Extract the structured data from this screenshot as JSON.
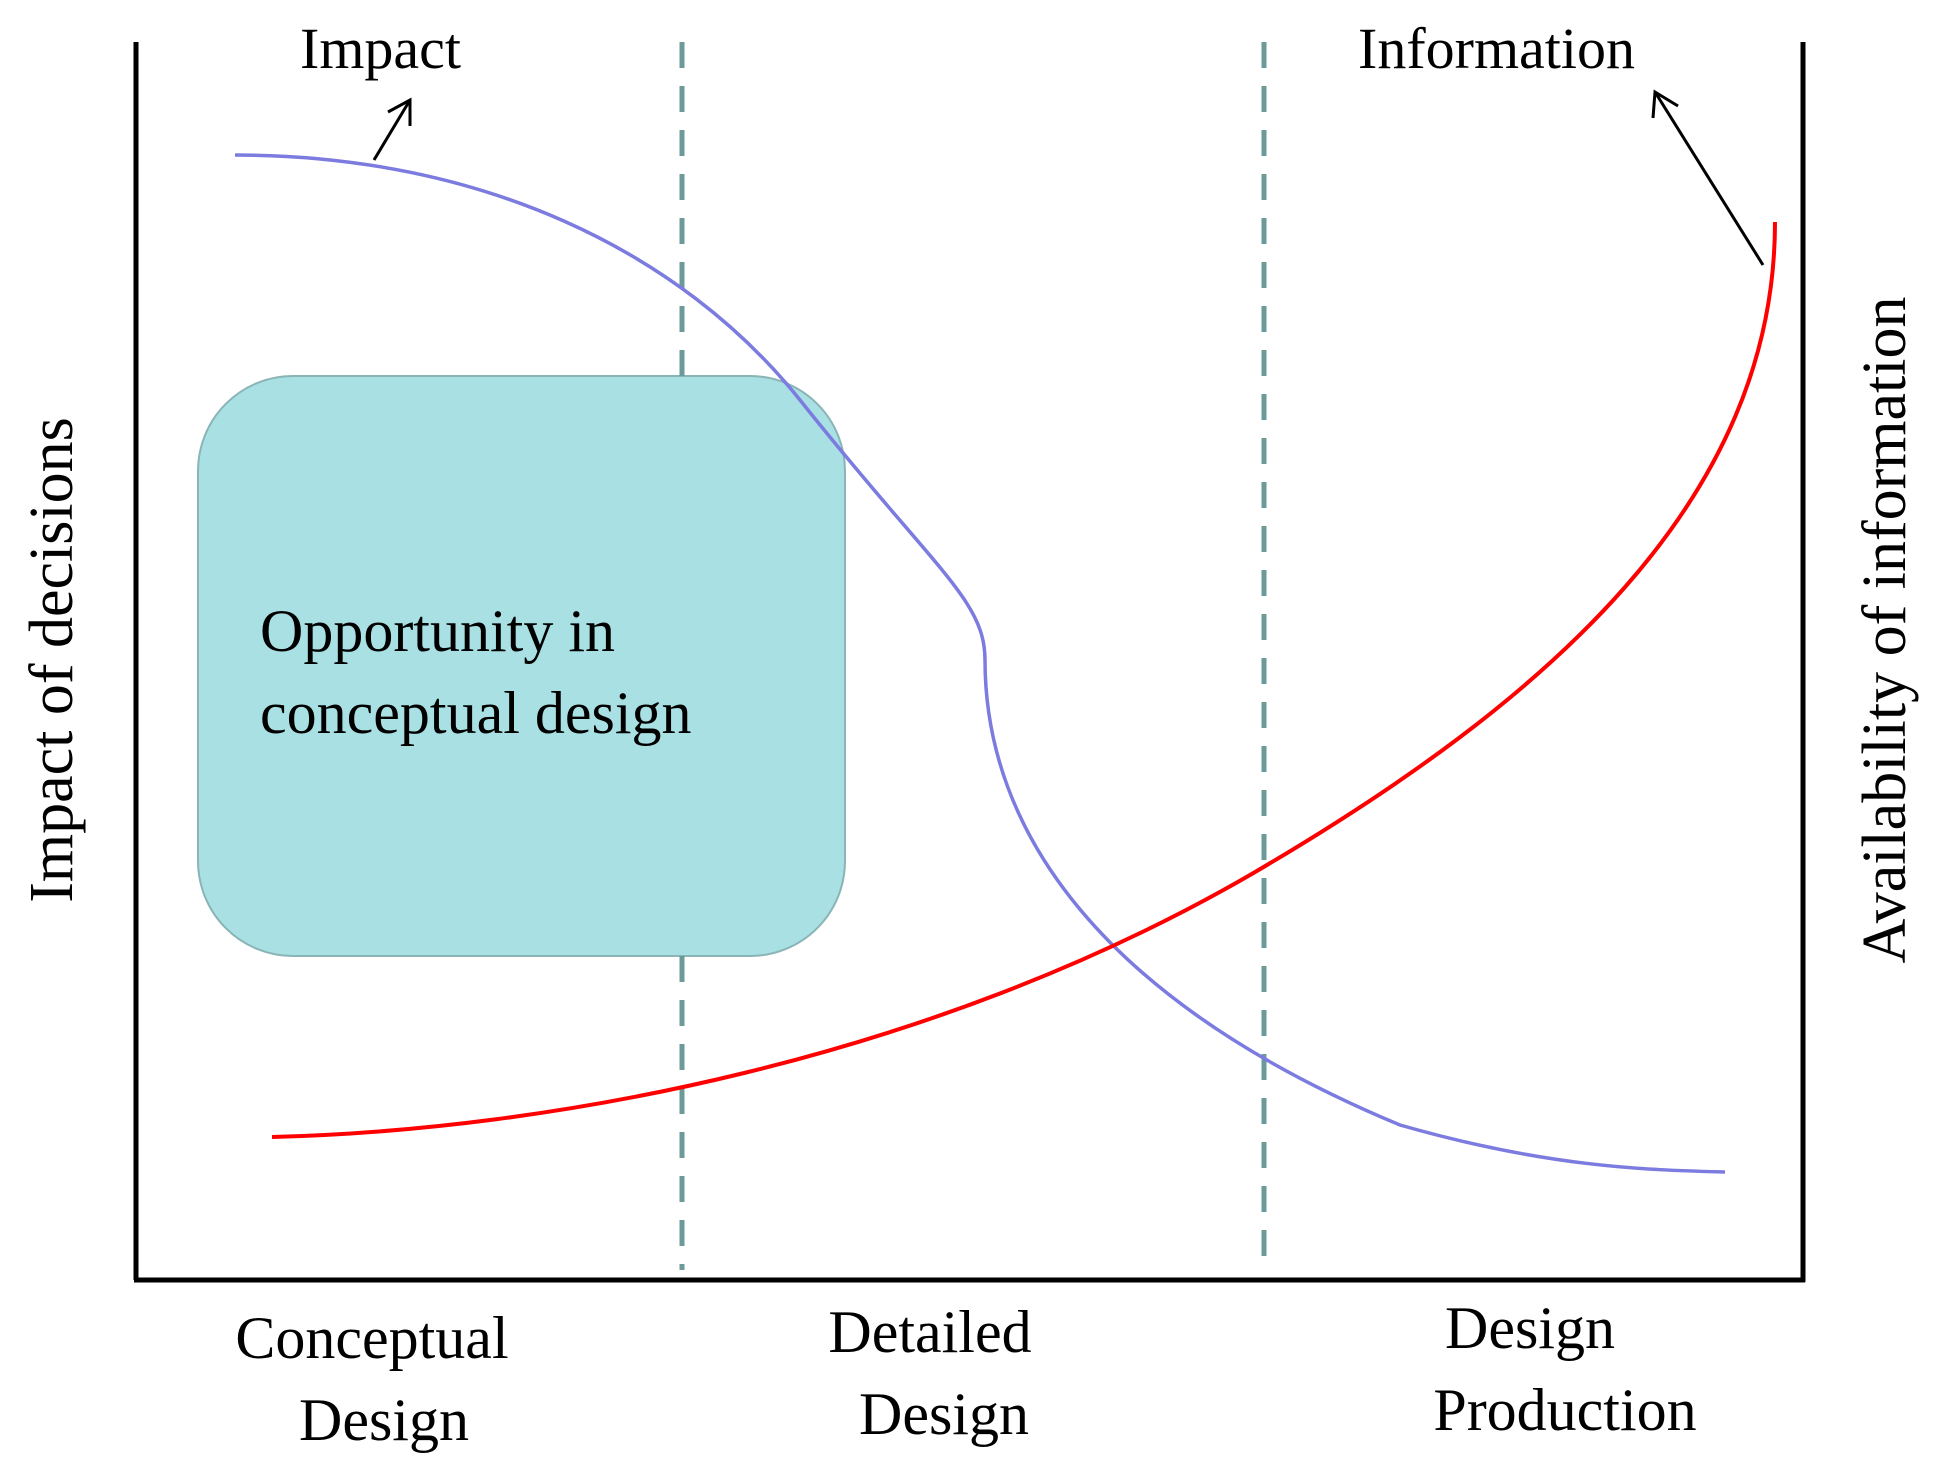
{
  "labels": {
    "impact_curve": "Impact",
    "information_curve": "Information",
    "left_axis": "Impact of decisions",
    "right_axis": "Availability of information"
  },
  "phases": [
    {
      "line1": "Conceptual",
      "line2": "Design"
    },
    {
      "line1": "Detailed",
      "line2": "Design"
    },
    {
      "line1": "Design",
      "line2": "Production"
    }
  ],
  "opportunity_box": {
    "line1": "Opportunity in",
    "line2": "conceptual design"
  },
  "colors": {
    "impact_curve": "#7b7be0",
    "information_curve": "#ff0000",
    "phase_divider": "#6b9a9a",
    "box_fill": "#a8e0e4",
    "box_stroke": "#8ab4b6",
    "axis": "#000000"
  }
}
